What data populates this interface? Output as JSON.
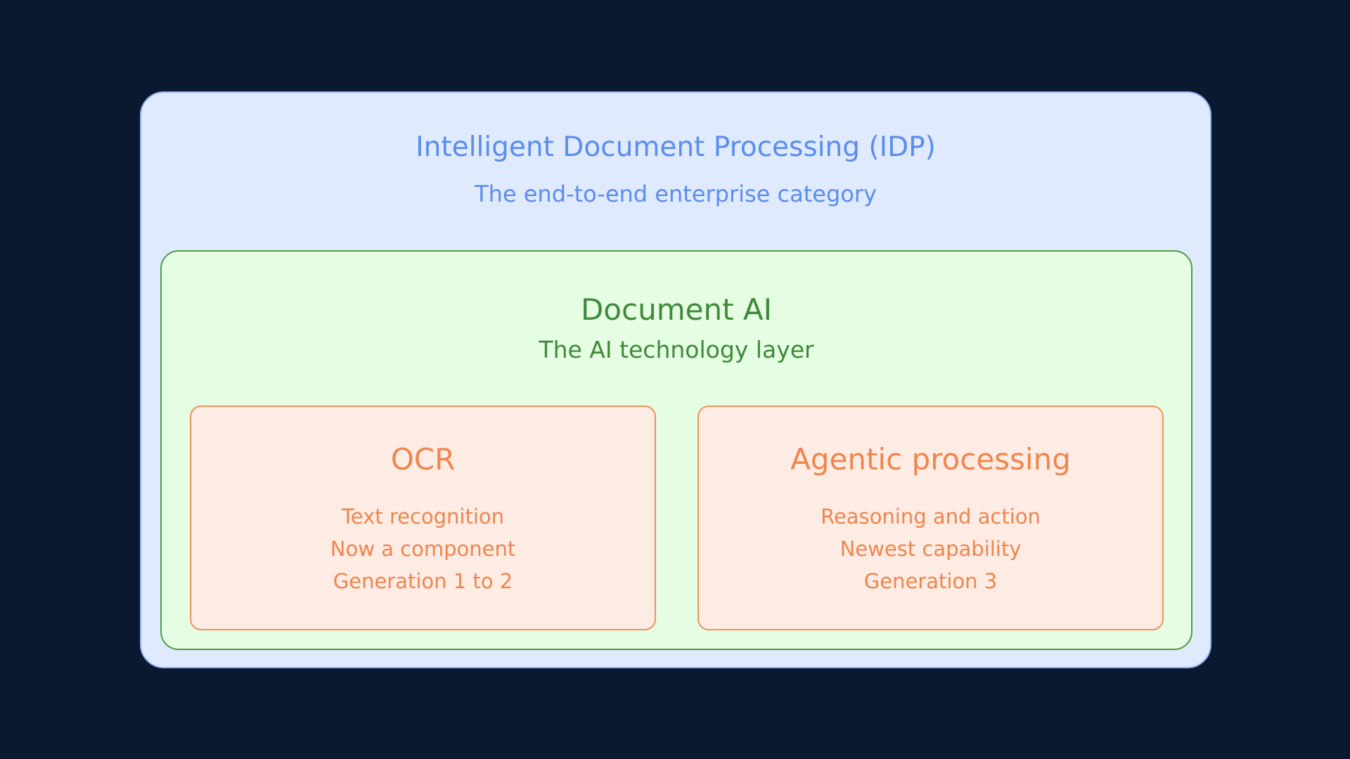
{
  "idp": {
    "title": "Intelligent Document Processing (IDP)",
    "subtitle": "The end-to-end enterprise category"
  },
  "document_ai": {
    "title": "Document AI",
    "subtitle": "The AI technology layer"
  },
  "cards": [
    {
      "title": "OCR",
      "lines": [
        "Text recognition",
        "Now a component",
        "Generation 1 to 2"
      ]
    },
    {
      "title": "Agentic processing",
      "lines": [
        "Reasoning and action",
        "Newest capability",
        "Generation 3"
      ]
    }
  ],
  "colors": {
    "background": "#0a1830",
    "idp_fill": "#e0eafd",
    "idp_text": "#5b8ded",
    "document_ai_fill": "#e5fde2",
    "document_ai_text": "#3f8a38",
    "card_fill": "#fdece4",
    "card_text": "#f0854d"
  }
}
